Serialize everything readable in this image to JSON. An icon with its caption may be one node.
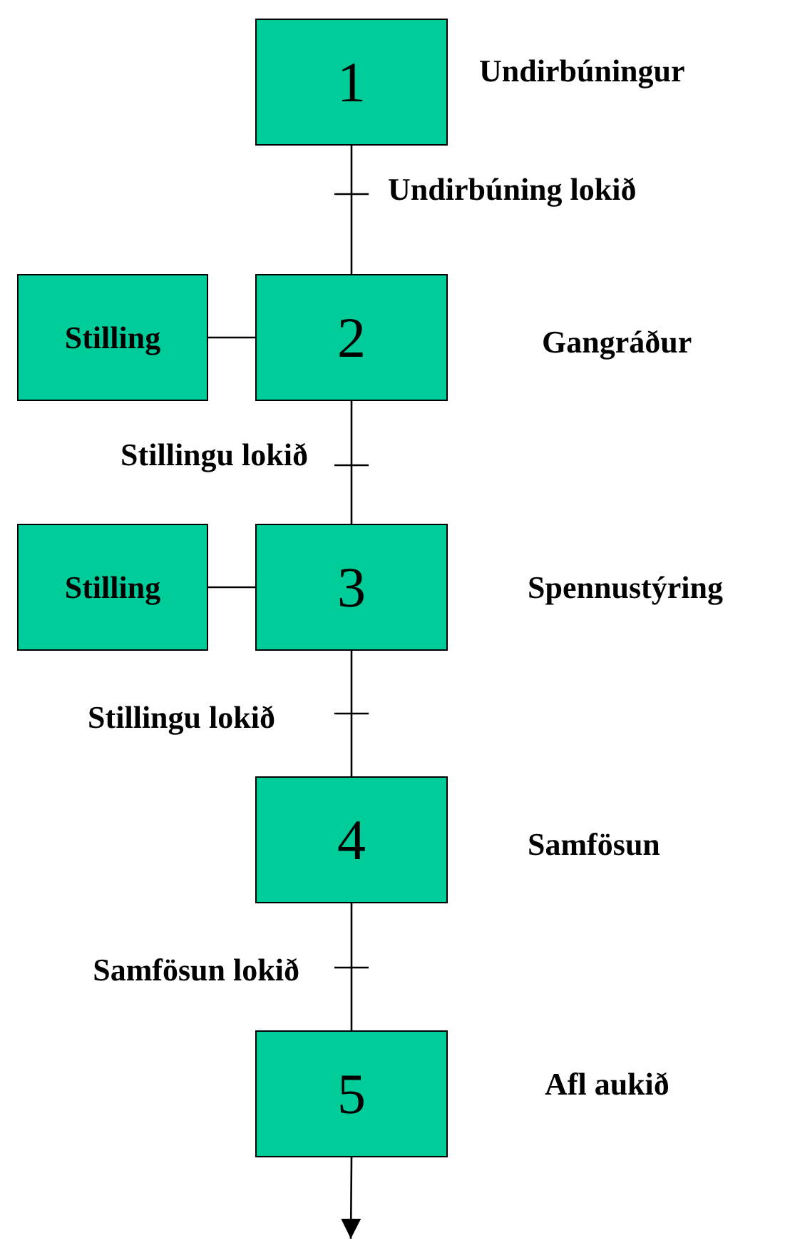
{
  "diagram": {
    "nodes": [
      {
        "text": [
          "1"
        ],
        "beside": [
          "Undirbúningur"
        ]
      },
      {
        "text": [
          "Stilling"
        ]
      },
      {
        "text": [
          "2"
        ],
        "beside": [
          "Gangráður"
        ]
      },
      {
        "text": [
          "Stilling"
        ]
      },
      {
        "text": [
          "3"
        ],
        "beside": [
          "Spennustýring"
        ]
      },
      {
        "text": [
          "4"
        ],
        "beside": [
          "Samfösun"
        ]
      },
      {
        "text": [
          "5"
        ],
        "beside": [
          "Afl aukið"
        ]
      }
    ],
    "edges": [
      {
        "from": 0,
        "to": 2,
        "arrow": "none",
        "label": "Undirbúning lokið"
      },
      {
        "from": 1,
        "to": 2,
        "arrow": "none"
      },
      {
        "from": 2,
        "to": 4,
        "arrow": "none",
        "label": "Stillingu lokið"
      },
      {
        "from": 3,
        "to": 4,
        "arrow": "none"
      },
      {
        "from": 4,
        "to": 5,
        "arrow": "none",
        "label": "Stillingu lokið"
      },
      {
        "from": 5,
        "to": 6,
        "arrow": "none",
        "label": "Samfösun lokið"
      },
      {
        "from": 6,
        "to": null,
        "arrow": "to"
      }
    ]
  }
}
